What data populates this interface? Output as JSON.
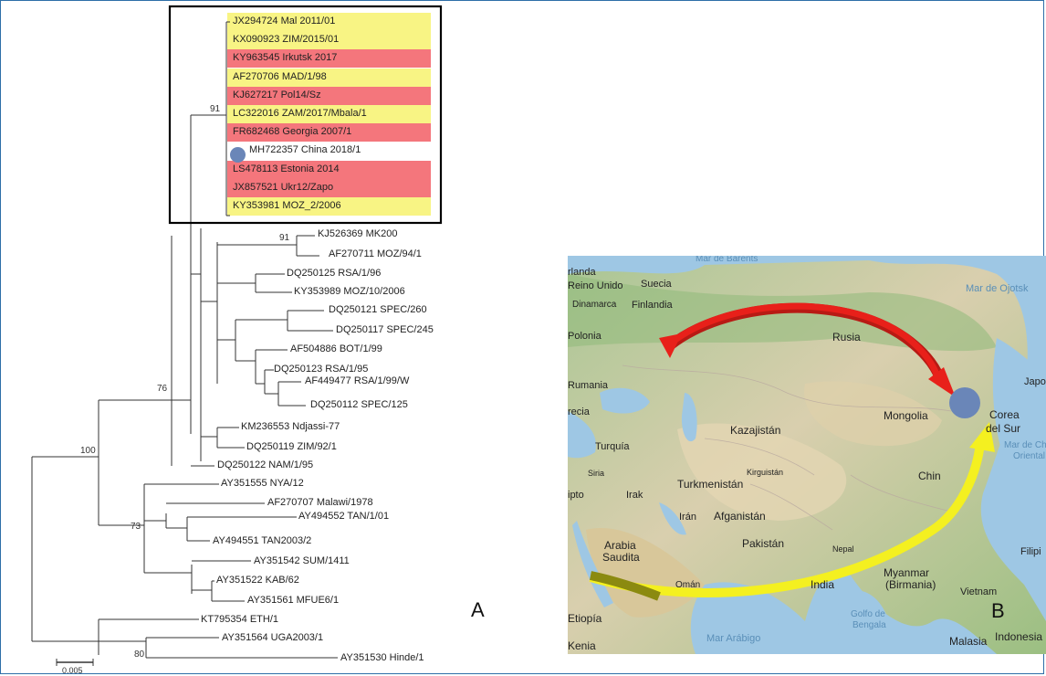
{
  "tree": {
    "highlight_colors": {
      "yellow": "#f8f484",
      "red": "#f4767c"
    },
    "boxed_leaves": [
      {
        "label": "JX294724 Mal 2011/01",
        "color": "yellow"
      },
      {
        "label": "KX090923 ZIM/2015/01",
        "color": "yellow"
      },
      {
        "label": "KY963545 Irkutsk 2017",
        "color": "red"
      },
      {
        "label": "AF270706 MAD/1/98",
        "color": "yellow"
      },
      {
        "label": "KJ627217 Pol14/Sz",
        "color": "red"
      },
      {
        "label": "LC322016 ZAM/2017/Mbala/1",
        "color": "yellow"
      },
      {
        "label": "FR682468 Georgia 2007/1",
        "color": "red"
      },
      {
        "label": "MH722357 China 2018/1",
        "color": "none"
      },
      {
        "label": "LS478113 Estonia 2014",
        "color": "red"
      },
      {
        "label": "JX857521 Ukr12/Zapo",
        "color": "red"
      },
      {
        "label": "KY353981 MOZ_2/2006",
        "color": "yellow"
      }
    ],
    "leaves": [
      "KJ526369 MK200",
      "AF270711 MOZ/94/1",
      "DQ250125 RSA/1/96",
      "KY353989 MOZ/10/2006",
      "DQ250121 SPEC/260",
      "DQ250117 SPEC/245",
      "AF504886 BOT/1/99",
      "DQ250123 RSA/1/95",
      "AF449477 RSA/1/99/W",
      "DQ250112 SPEC/125",
      "KM236553 Ndjassi-77",
      "DQ250119 ZIM/92/1",
      "DQ250122 NAM/1/95",
      "AY351555 NYA/12",
      "AF270707 Malawi/1978",
      "AY494552 TAN/1/01",
      "AY494551 TAN2003/2",
      "AY351542 SUM/1411",
      "AY351522 KAB/62",
      "AY351561 MFUE6/1",
      "KT795354 ETH/1",
      "AY351564 UGA2003/1",
      "AY351530 Hinde/1"
    ],
    "bootstrap": [
      "91",
      "91",
      "76",
      "100",
      "73",
      "80"
    ],
    "scale_label": "0.005",
    "china_marker_color": "#6a86b8",
    "panel_label": "A"
  },
  "map": {
    "panel_label": "B",
    "arrow_colors": {
      "red": "#e8201a",
      "yellow": "#f4f020"
    },
    "marker_color": "#6a86b8",
    "countries": {
      "irlanda": "rlanda",
      "reino_unido": "Reino Unido",
      "suecia": "Suecia",
      "dinamarca": "Dinamarca",
      "finlandia": "Finlandia",
      "polonia": "Polonia",
      "rusia": "Rusia",
      "rumania": "Rumania",
      "grecia": "recia",
      "kazajistan": "Kazajistán",
      "mongolia": "Mongolia",
      "corea": "Corea",
      "del_sur": "del Sur",
      "japon": "Japo",
      "turquia": "Turquía",
      "siria": "Siria",
      "turkmenistan": "Turkmenistán",
      "kirguistan": "Kirguistán",
      "china": "Chin",
      "egipto": "ipto",
      "irak": "Irak",
      "iran": "Irán",
      "afganistan": "Afganistán",
      "pakistan": "Pakistán",
      "nepal": "Nepal",
      "arabia": "Arabia",
      "saudita": "Saudita",
      "oman": "Omán",
      "india": "India",
      "myanmar": "Myanmar",
      "birmania": "(Birmania)",
      "filipinas": "Filipi",
      "vietnam": "Vietnam",
      "etiopia": "Etiopía",
      "kenia": "Kenia",
      "malasia": "Malasia",
      "indonesia": "Indonesia"
    },
    "water": {
      "barents": "Mar de Barents",
      "ojotsk": "Mar de Ojotsk",
      "china_oriental": "Mar de Chi",
      "oriental": "Oriental",
      "bengala": "Golfo de",
      "bengala2": "Bengala",
      "arabigo": "Mar Arábigo"
    }
  }
}
